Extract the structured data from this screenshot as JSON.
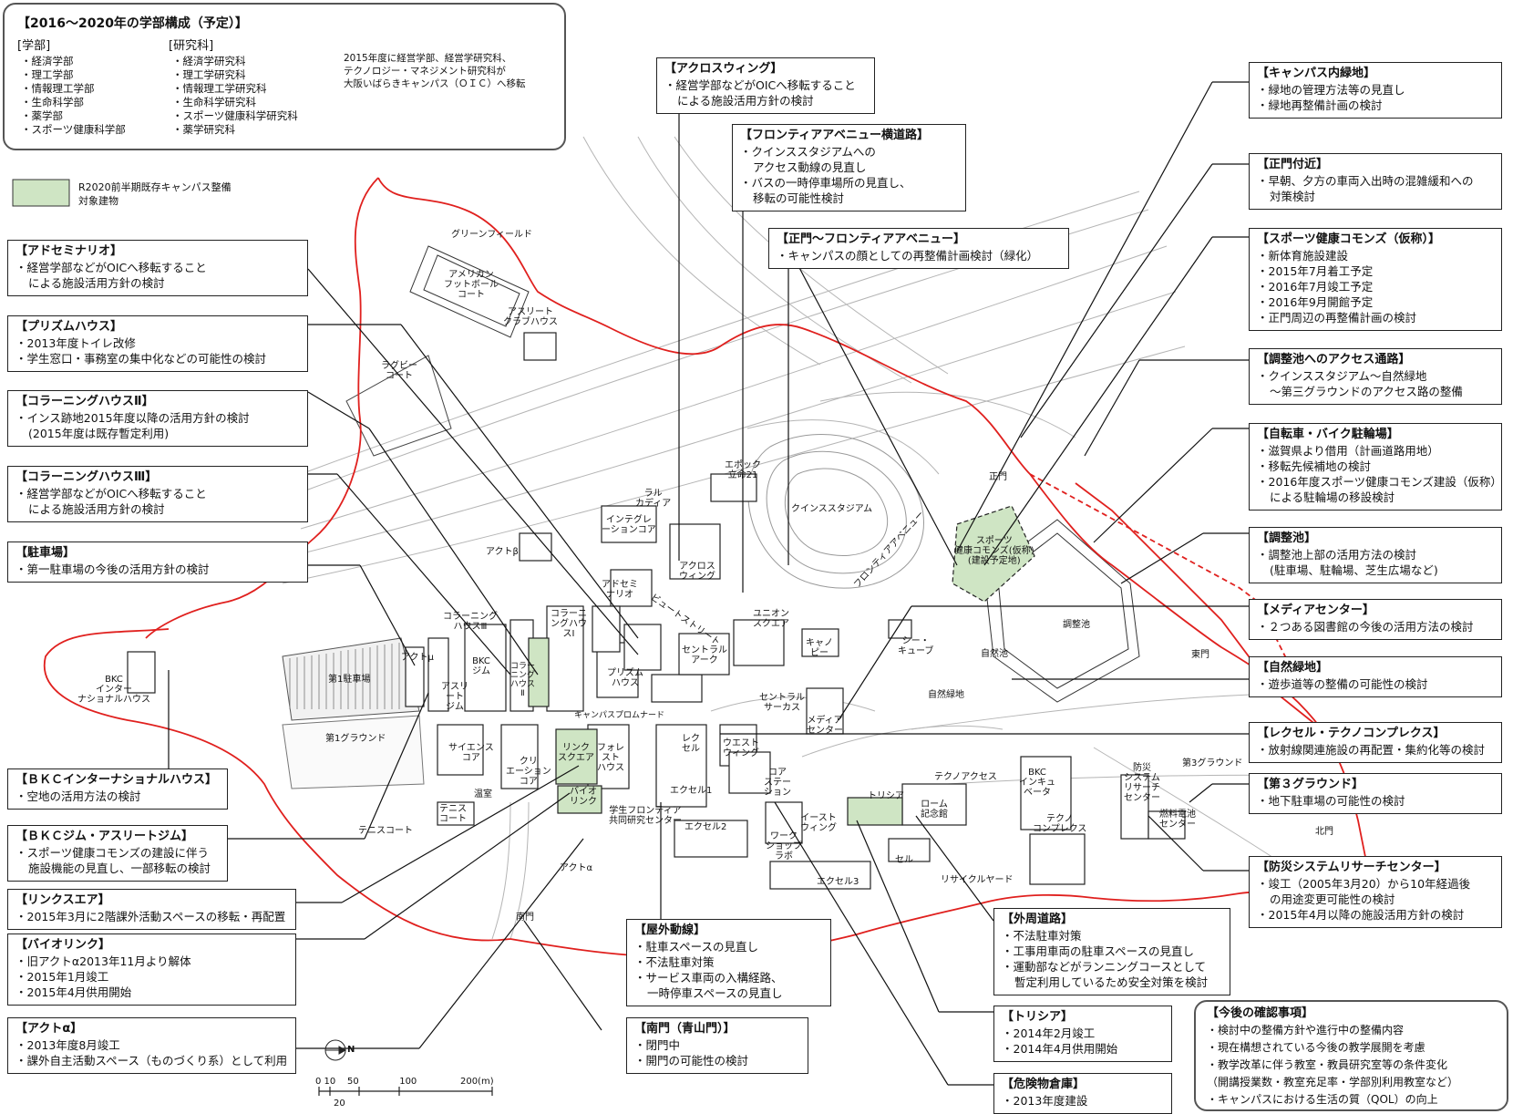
{
  "faculty_box": {
    "title": "【2016～2020年の学部構成（予定）】",
    "undergrad_heading": "[学部]",
    "undergrad": [
      "・経済学部",
      "・理工学部",
      "・情報理工学部",
      "・生命科学部",
      "・薬学部",
      "・スポーツ健康科学部"
    ],
    "grad_heading": "[研究科]",
    "grad": [
      "・経済学研究科",
      "・理工学研究科",
      "・情報理工学研究科",
      "・生命科学研究科",
      "・スポーツ健康科学研究科",
      "・薬学研究科"
    ],
    "note": [
      "2015年度に経営学部、経営学研究科、",
      "テクノロジー・マネジメント研究科が",
      "大阪いばらきキャンパス（ＯＩＣ）へ移転"
    ]
  },
  "legend": {
    "label": [
      "R2020前半期既存キャンパス整備",
      "対象建物"
    ],
    "color": "#cfe5c4"
  },
  "colors": {
    "boundary": "#e0201e",
    "target_fill": "#cfe5c4",
    "line": "#111111",
    "road": "#b0b0b0"
  },
  "callouts": [
    {
      "title": "【アドセミナリオ】",
      "items": [
        "経営学部などがOICへ移転すること",
        "による施設活用方針の検討"
      ]
    },
    {
      "title": "【プリズムハウス】",
      "items": [
        "2013年度トイレ改修",
        "学生窓口・事務室の集中化などの可能性の検討"
      ]
    },
    {
      "title": "【コラーニングハウスⅡ】",
      "items": [
        "インス跡地2015年度以降の活用方針の検討",
        "(2015年度は既存暫定利用)"
      ]
    },
    {
      "title": "【コラーニングハウスⅢ】",
      "items": [
        "経営学部などがOICへ移転すること",
        "による施設活用方針の検討"
      ]
    },
    {
      "title": "【駐車場】",
      "items": [
        "第一駐車場の今後の活用方針の検討"
      ]
    },
    {
      "title": "【ＢＫＣインターナショナルハウス】",
      "items": [
        "空地の活用方法の検討"
      ]
    },
    {
      "title": "【ＢＫＣジム・アスリートジム】",
      "items": [
        "スポーツ健康コモンズの建設に伴う",
        "施設機能の見直し、一部移転の検討"
      ]
    },
    {
      "title": "【リンクスエア】",
      "items": [
        "2015年3月に2階課外活動スペースの移転・再配置"
      ]
    },
    {
      "title": "【バイオリンク】",
      "items": [
        "旧アクトα2013年11月より解体",
        "2015年1月竣工",
        "2015年4月供用開始"
      ]
    },
    {
      "title": "【アクトα】",
      "items": [
        "2013年度8月竣工",
        "課外自主活動スペース（ものづくり系）として利用"
      ]
    },
    {
      "title": "【アクロスウィング】",
      "items": [
        "経営学部などがOICへ移転すること",
        "による施設活用方針の検討"
      ]
    },
    {
      "title": "【フロンティアアベニュー横道路】",
      "items": [
        "クインススタジアムへの",
        "アクセス動線の見直し",
        "バスの一時停車場所の見直し、",
        "移転の可能性検討"
      ]
    },
    {
      "title": "【正門～フロンティアアベニュー】",
      "items": [
        "キャンパスの顔としての再整備計画検討（緑化）"
      ]
    },
    {
      "title": "【キャンパス内緑地】",
      "items": [
        "緑地の管理方法等の見直し",
        "緑地再整備計画の検討"
      ]
    },
    {
      "title": "【正門付近】",
      "items": [
        "早朝、夕方の車両入出時の混雑緩和への",
        "対策検討"
      ]
    },
    {
      "title": "【スポーツ健康コモンズ（仮称）】",
      "items": [
        "新体育施設建設",
        "2015年7月着工予定",
        "2016年7月竣工予定",
        "2016年9月開館予定",
        "正門周辺の再整備計画の検討"
      ]
    },
    {
      "title": "【調整池へのアクセス通路】",
      "items": [
        "クインススタジアム～自然緑地",
        "～第三グラウンドのアクセス路の整備"
      ]
    },
    {
      "title": "【自転車・バイク駐輪場】",
      "items": [
        "滋賀県より借用（計画道路用地）",
        "移転先候補地の検討",
        "2016年度スポーツ健康コモンズ建設（仮称）",
        "による駐輪場の移設検討"
      ]
    },
    {
      "title": "【調整池】",
      "items": [
        "調整池上部の活用方法の検討",
        "(駐車場、駐輪場、芝生広場など)"
      ]
    },
    {
      "title": "【メディアセンター】",
      "items": [
        "２つある図書館の今後の活用方法の検討"
      ]
    },
    {
      "title": "【自然緑地】",
      "items": [
        "遊歩道等の整備の可能性の検討"
      ]
    },
    {
      "title": "【レクセル・テクノコンプレクス】",
      "items": [
        "放射線関連施設の再配置・集約化等の検討"
      ]
    },
    {
      "title": "【第３グラウンド】",
      "items": [
        "地下駐車場の可能性の検討"
      ]
    },
    {
      "title": "【防災システムリサーチセンター】",
      "items": [
        "竣工（2005年3月20）から10年経過後",
        "の用途変更可能性の検討",
        "2015年4月以降の施設活用方針の検討"
      ]
    },
    {
      "title": "【屋外動線】",
      "items": [
        "駐車スペースの見直し",
        "不法駐車対策",
        "サービス車両の入構経路、",
        "一時停車スペースの見直し"
      ]
    },
    {
      "title": "【外周道路】",
      "items": [
        "不法駐車対策",
        "工事用車両の駐車スペースの見直し",
        "運動部などがランニングコースとして",
        "暫定利用しているため安全対策を検討"
      ]
    },
    {
      "title": "【南門（青山門）】",
      "items": [
        "閉門中",
        "開門の可能性の検討"
      ]
    },
    {
      "title": "【トリシア】",
      "items": [
        "2014年2月竣工",
        "2014年4月供用開始"
      ]
    },
    {
      "title": "【危険物倉庫】",
      "items": [
        "2013年度建設"
      ]
    }
  ],
  "future_box": {
    "title": "【今後の確認事項】",
    "items": [
      "・検討中の整備方針や進行中の整備内容",
      "・現在構想されている今後の教学展開を考慮",
      "・教学改革に伴う教室・教員研究室等の条件変化",
      "（開講授業数・教室充足率・学部別利用教室など）",
      "・キャンパスにおける生活の質（QOL）の向上"
    ]
  },
  "map_labels": {
    "green_field": "グリーンフィールド",
    "football": [
      "アメリカン",
      "フットボール",
      "コート"
    ],
    "athlete_club": [
      "アスリート",
      "クラブハウス"
    ],
    "rugby": [
      "ラグビー",
      "コート"
    ],
    "epoch": [
      "エポック",
      "立命21"
    ],
    "ritsumeikan_bldg": [
      "ラル",
      "カディア"
    ],
    "integrated": [
      "インテグレ",
      "ーションコア"
    ],
    "acto": "アクトβ",
    "act_m": "アクトμ",
    "adseminario": [
      "アドセミ",
      "ナリオ"
    ],
    "across_wing": [
      "アクロス",
      "ウィング"
    ],
    "quins": "クインススタジアム",
    "sports_commons": [
      "スポーツ",
      "健康コモンズ(仮称)",
      "(建設予定地)"
    ],
    "main_gate": "正門",
    "east_gate": "東門",
    "north_gate": "北門",
    "south_gate": "南門",
    "chouseichi": "調整池",
    "shizenchi": "自然池",
    "shizenryokuchi": "自然緑地",
    "c_cube": [
      "シー・",
      "キューブ"
    ],
    "frontier_avenue": "フロンティアアベニュー",
    "beauty_street": "ビュートストリート",
    "union_square": [
      "ユニオン",
      "スクエア"
    ],
    "canopy": [
      "キャノ",
      "ピー"
    ],
    "central_arc": [
      "セントラル",
      "アーク"
    ],
    "central_circus": [
      "セントラル",
      "サーカス"
    ],
    "prism_house": [
      "プリズム",
      "ハウス"
    ],
    "colearning2": [
      "コラーニ",
      "ングハウ",
      "スⅠ"
    ],
    "colearning3": [
      "コラーニング",
      "ハウスⅢ"
    ],
    "colearning_v": [
      "コラー",
      "ニング",
      "ハウス",
      "Ⅱ"
    ],
    "bkc_gym": [
      "BKC",
      "ジム"
    ],
    "athlete_gym": [
      "アスリ",
      "ート",
      "ジム"
    ],
    "parking1": "第1駐車場",
    "ground1": "第1グラウンド",
    "ground3": "第3グラウンド",
    "bkc_international": [
      "BKC",
      "インター",
      "ナショナルハウス"
    ],
    "campus_promenade": "キャンパスプロムナード",
    "media_center": [
      "メディア",
      "センター"
    ],
    "science_core": [
      "サイエンス",
      "コア"
    ],
    "creation_core": [
      "クリ",
      "エーション",
      "コア"
    ],
    "link_square": [
      "リンク",
      "スクエア"
    ],
    "forest_house": [
      "フォレ",
      "スト",
      "ハウス"
    ],
    "rexel": [
      "レク",
      "セル"
    ],
    "west_wing": [
      "ウエスト",
      "ウィング"
    ],
    "core_station": [
      "コア",
      "ステー",
      "ション"
    ],
    "excel1": "エクセル1",
    "excel2": "エクセル2",
    "excel3": "エクセル3",
    "east_wing": [
      "イースト",
      "ウィング"
    ],
    "workshop_lab": [
      "ワーク",
      "ショップ",
      "ラボ"
    ],
    "bio_link": [
      "バイオ",
      "リンク"
    ],
    "greenhouse": "温室",
    "tennis_court_label": [
      "テニス",
      "コート"
    ],
    "tennis_court": "テニスコート",
    "frontier_center": [
      "学生フロンティア",
      "共同研究センター"
    ],
    "acto_alpha": "アクトα",
    "trisia": "トリシア",
    "rohm": [
      "ローム",
      "記念館"
    ],
    "cell": "セル",
    "recycle_yard": "リサイクルヤード",
    "techno_access": "テクノアクセス",
    "bkc_incubator": [
      "BKC",
      "インキュ",
      "ベータ"
    ],
    "techno_complex": [
      "テクノ",
      "コンプレクス"
    ],
    "disaster_center": [
      "防災",
      "システム",
      "リサーチ",
      "センター"
    ],
    "fuel_cell": [
      "燃料電池",
      "センター"
    ],
    "scale_top": "0 10    50              100               200(m)",
    "scale_bottom": "20",
    "north": "N"
  }
}
